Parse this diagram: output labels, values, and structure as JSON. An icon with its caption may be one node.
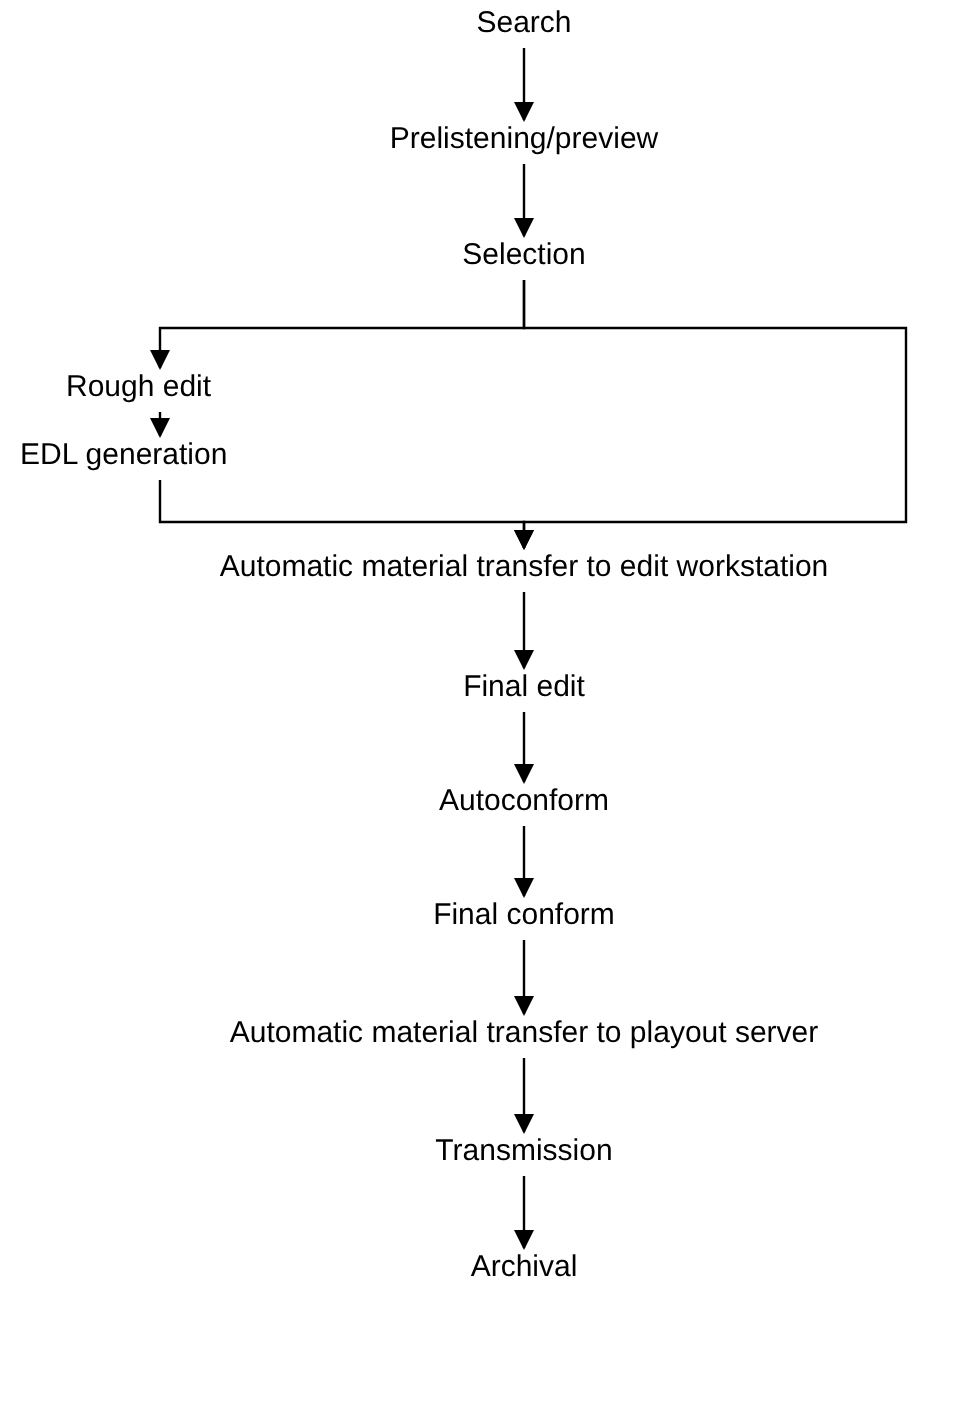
{
  "diagram": {
    "nodes": [
      {
        "text": [
          "Search"
        ]
      },
      {
        "text": [
          "Prelistening/preview"
        ]
      },
      {
        "text": [
          "Selection"
        ]
      },
      {
        "text": [
          "Rough edit"
        ]
      },
      {
        "text": [
          "EDL generation"
        ]
      },
      {
        "text": [
          "Automatic material transfer to edit workstation"
        ]
      },
      {
        "text": [
          "Final edit"
        ]
      },
      {
        "text": [
          "Autoconform"
        ]
      },
      {
        "text": [
          "Final conform"
        ]
      },
      {
        "text": [
          "Automatic material transfer to playout server"
        ]
      },
      {
        "text": [
          "Transmission"
        ]
      },
      {
        "text": [
          "Archival"
        ]
      }
    ],
    "edges": [
      {
        "from": 0,
        "to": 1,
        "arrow": "to"
      },
      {
        "from": 1,
        "to": 2,
        "arrow": "to"
      },
      {
        "from": 2,
        "to": 3,
        "arrow": "to"
      },
      {
        "from": 2,
        "to": 5,
        "arrow": "to"
      },
      {
        "from": 3,
        "to": 4,
        "arrow": "to"
      },
      {
        "from": 4,
        "to": 5,
        "arrow": "to"
      },
      {
        "from": 5,
        "to": 6,
        "arrow": "to"
      },
      {
        "from": 6,
        "to": 7,
        "arrow": "to"
      },
      {
        "from": 7,
        "to": 8,
        "arrow": "to"
      },
      {
        "from": 8,
        "to": 9,
        "arrow": "to"
      },
      {
        "from": 9,
        "to": 10,
        "arrow": "to"
      },
      {
        "from": 10,
        "to": 11,
        "arrow": "to"
      }
    ]
  }
}
